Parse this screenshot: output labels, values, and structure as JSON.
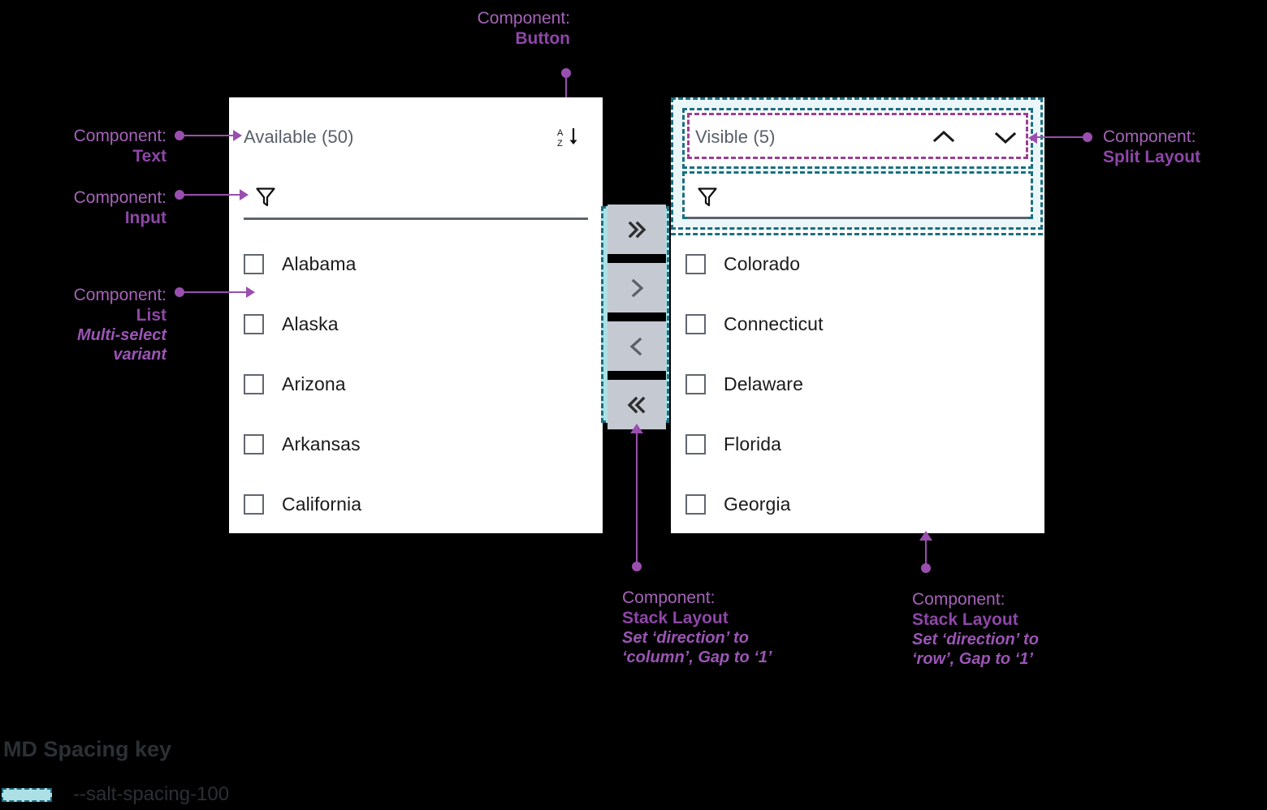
{
  "annotations": {
    "button": {
      "lead": "Component:",
      "name": "Button"
    },
    "text": {
      "lead": "Component:",
      "name": "Text"
    },
    "input": {
      "lead": "Component:",
      "name": "Input"
    },
    "list": {
      "lead": "Component:",
      "name": "List",
      "sub_line1": "Multi-select",
      "sub_line2": "variant"
    },
    "split_layout": {
      "lead": "Component:",
      "name": "Split Layout"
    },
    "stack_column": {
      "lead": "Component:",
      "name": "Stack Layout",
      "sub_line1": "Set ‘direction’ to",
      "sub_line2": "‘column’, Gap to ‘1’"
    },
    "stack_row": {
      "lead": "Component:",
      "name": "Stack Layout",
      "sub_line1": "Set ‘direction’ to",
      "sub_line2": "‘row’, Gap to ‘1’"
    }
  },
  "available_panel": {
    "title": "Available (50)",
    "sort_icon": "sort-az-descending-icon",
    "filter_icon": "filter-funnel-icon",
    "items": [
      {
        "label": "Alabama",
        "checked": false
      },
      {
        "label": "Alaska",
        "checked": false
      },
      {
        "label": "Arizona",
        "checked": false
      },
      {
        "label": "Arkansas",
        "checked": false
      },
      {
        "label": "California",
        "checked": false
      }
    ]
  },
  "visible_panel": {
    "title": "Visible (5)",
    "move_up_icon": "chevron-up-icon",
    "move_down_icon": "chevron-down-icon",
    "filter_icon": "filter-funnel-icon",
    "items": [
      {
        "label": "Colorado",
        "checked": false
      },
      {
        "label": "Connecticut",
        "checked": false
      },
      {
        "label": "Delaware",
        "checked": false
      },
      {
        "label": "Florida",
        "checked": false
      },
      {
        "label": "Georgia",
        "checked": false
      }
    ]
  },
  "transfer_buttons": [
    {
      "icon": "chevrons-right-icon",
      "glyph": "»",
      "name": "move-all-right"
    },
    {
      "icon": "chevron-right-icon",
      "glyph": "›",
      "name": "move-right"
    },
    {
      "icon": "chevron-left-icon",
      "glyph": "‹",
      "name": "move-left"
    },
    {
      "icon": "chevrons-left-icon",
      "glyph": "«",
      "name": "move-all-left"
    }
  ],
  "spacing_key": {
    "title": "MD Spacing key",
    "entries": [
      {
        "token": "--salt-spacing-100"
      }
    ]
  },
  "colors": {
    "accent_purple": "#9a4fae",
    "spacing_cyan": "#ade0e5",
    "spacing_teal_border": "#1b6f82",
    "panel_white": "#ffffff",
    "background": "#000000",
    "button_gray": "#c4c9d2"
  }
}
